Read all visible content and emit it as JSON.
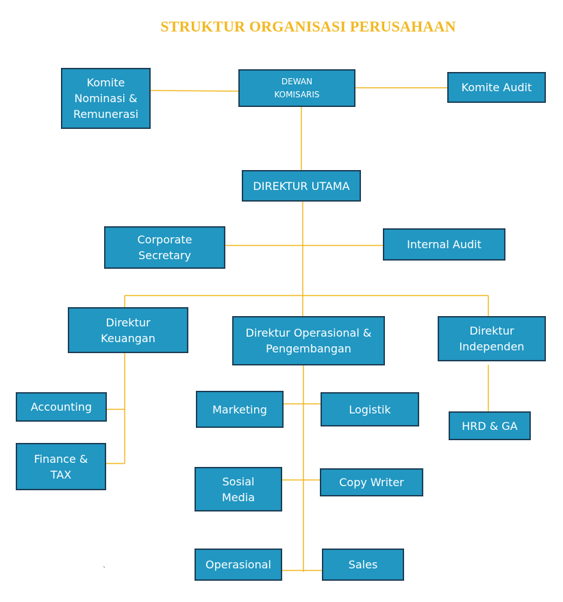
{
  "title": "STRUKTUR ORGANISASI PERUSAHAAN",
  "colors": {
    "title": "#f2b822",
    "box_fill": "#2197c2",
    "box_border": "#1d3e56",
    "box_text": "#ffffff",
    "connector": "#f2b822"
  },
  "nodes": {
    "komite_nominasi": "Komite\nNominasi &\nRemunerasi",
    "dewan_komisaris": "DEWAN\nKOMISARIS",
    "komite_audit": "Komite Audit",
    "direktur_utama": "DIREKTUR UTAMA",
    "corporate_secretary": "Corporate\nSecretary",
    "internal_audit": "Internal Audit",
    "direktur_keuangan": "Direktur\nKeuangan",
    "direktur_operasional": "Direktur Operasional &\nPengembangan",
    "direktur_independen": "Direktur\nIndependen",
    "accounting": "Accounting",
    "finance_tax": "Finance &\nTAX",
    "marketing": "Marketing",
    "logistik": "Logistik",
    "hrd_ga": "HRD & GA",
    "sosial_media": "Sosial\nMedia",
    "copy_writer": "Copy Writer",
    "operasional": "Operasional",
    "sales": "Sales"
  },
  "stray_mark": "`"
}
